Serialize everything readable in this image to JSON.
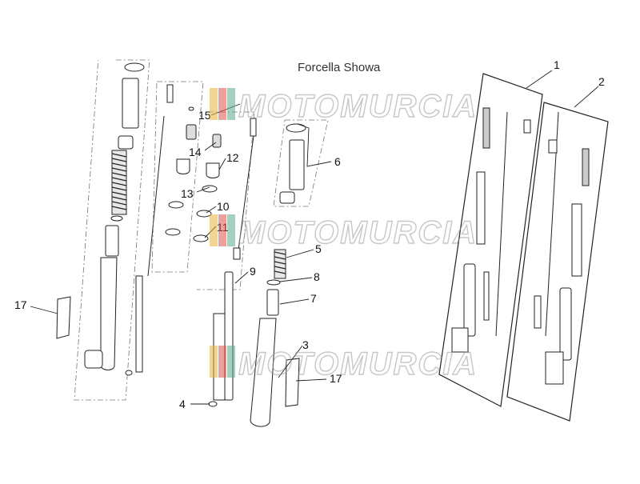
{
  "title": "Forcella Showa",
  "watermark": {
    "text": "MOTOMURCIA",
    "colors": [
      "#e8b33a",
      "#d8564c",
      "#5aa98a"
    ]
  },
  "callouts": [
    "1",
    "2",
    "3",
    "4",
    "5",
    "6",
    "7",
    "8",
    "9",
    "10",
    "11",
    "12",
    "13",
    "14",
    "15",
    "17",
    "17"
  ]
}
